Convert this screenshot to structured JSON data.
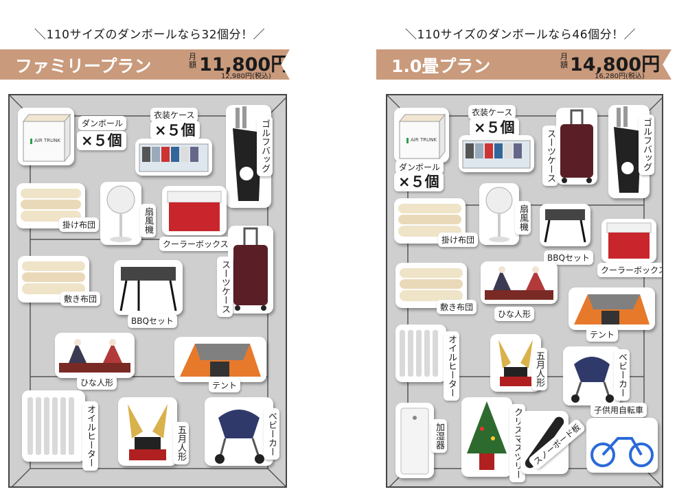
{
  "plans": [
    {
      "capacity": "＼110サイズのダンボールなら32個分！／",
      "name": "ファミリープラン",
      "price_label": "月額",
      "price": "11,800円",
      "price_tax": "12,980円(税込)",
      "items": {
        "box_brand": "AIR TRUNK",
        "box": "ダンボール",
        "box_count": "×５個",
        "case": "衣装ケース",
        "case_count": "×５個",
        "golf": "ゴルフバッグ",
        "futon1": "掛け布団",
        "fan": "扇風機",
        "cooler": "クーラーボックス",
        "suitcase": "スーツケース",
        "futon2": "敷き布団",
        "bbq": "BBQセット",
        "hina": "ひな人形",
        "tent": "テント",
        "heater": "オイルヒーター",
        "kabuto": "五月人形",
        "stroller": "ベビーカー"
      }
    },
    {
      "capacity": "＼110サイズのダンボールなら46個分！／",
      "name": "1.0畳プラン",
      "price_label": "月額",
      "price": "14,800円",
      "price_tax": "16,280円(税込)",
      "items": {
        "box_brand": "AIR TRUNK",
        "box": "ダンボール",
        "box_count": "×５個",
        "case": "衣装ケース",
        "case_count": "×５個",
        "suitcase": "スーツケース",
        "golf": "ゴルフバッグ",
        "futon1": "掛け布団",
        "fan": "扇風機",
        "bbq": "BBQセット",
        "cooler": "クーラーボックス",
        "futon2": "敷き布団",
        "hina": "ひな人形",
        "tent": "テント",
        "heater": "オイルヒーター",
        "kabuto": "五月人形",
        "stroller": "ベビーカー",
        "humidifier": "加湿器",
        "tree": "クリスマスツリー",
        "snowboard": "スノーボード板",
        "bike": "子供用自転車"
      }
    }
  ],
  "colors": {
    "ribbon": "#c99a7c",
    "room": "#cfcfcf"
  }
}
